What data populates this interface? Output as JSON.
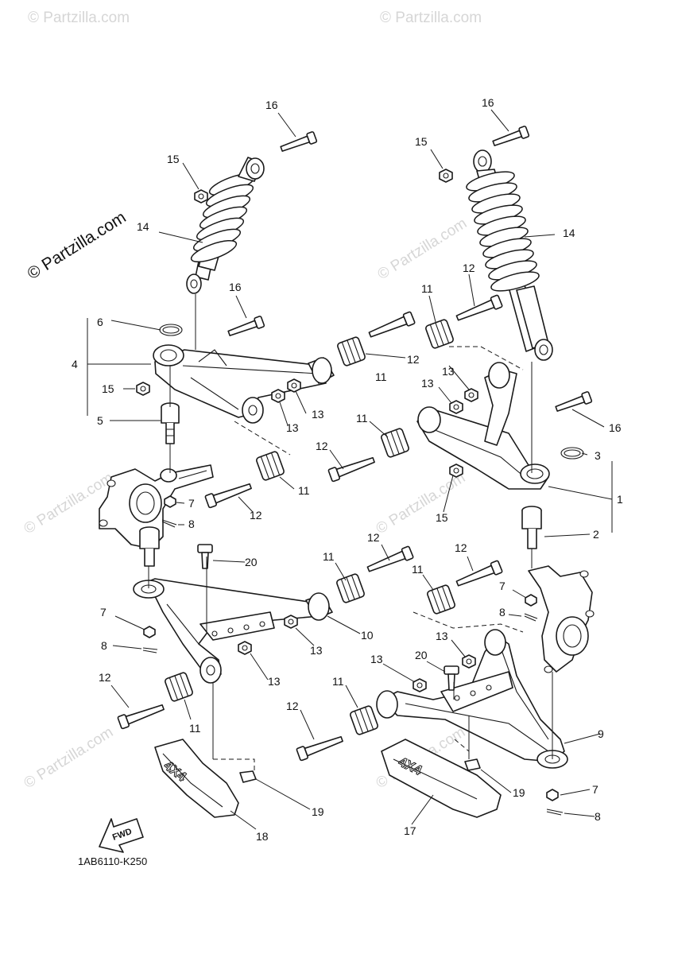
{
  "watermark": {
    "main": "© Partzilla.com",
    "faint": "© Partzilla.com"
  },
  "diagram_code": "1AB6110-K250",
  "fwd_label": "FWD",
  "plate_text": "4X4",
  "callouts": {
    "c1": "1",
    "c2": "2",
    "c3": "3",
    "c4": "4",
    "c5": "5",
    "c6": "6",
    "c7a": "7",
    "c7b": "7",
    "c7c": "7",
    "c7d": "7",
    "c8a": "8",
    "c8b": "8",
    "c8c": "8",
    "c8d": "8",
    "c9": "9",
    "c10": "10",
    "c11a": "11",
    "c11b": "11",
    "c11c": "11",
    "c11d": "11",
    "c11e": "11",
    "c11f": "11",
    "c11g": "11",
    "c11h": "11",
    "c12a": "12",
    "c12b": "12",
    "c12c": "12",
    "c12d": "12",
    "c12e": "12",
    "c12f": "12",
    "c12g": "12",
    "c12h": "12",
    "c13a": "13",
    "c13b": "13",
    "c13c": "13",
    "c13d": "13",
    "c13e": "13",
    "c13f": "13",
    "c13g": "13",
    "c13h": "13",
    "c14a": "14",
    "c14b": "14",
    "c15a": "15",
    "c15b": "15",
    "c15c": "15",
    "c15d": "15",
    "c16a": "16",
    "c16b": "16",
    "c16c": "16",
    "c16d": "16",
    "c17": "17",
    "c18": "18",
    "c19a": "19",
    "c19b": "19",
    "c20a": "20",
    "c20b": "20"
  }
}
